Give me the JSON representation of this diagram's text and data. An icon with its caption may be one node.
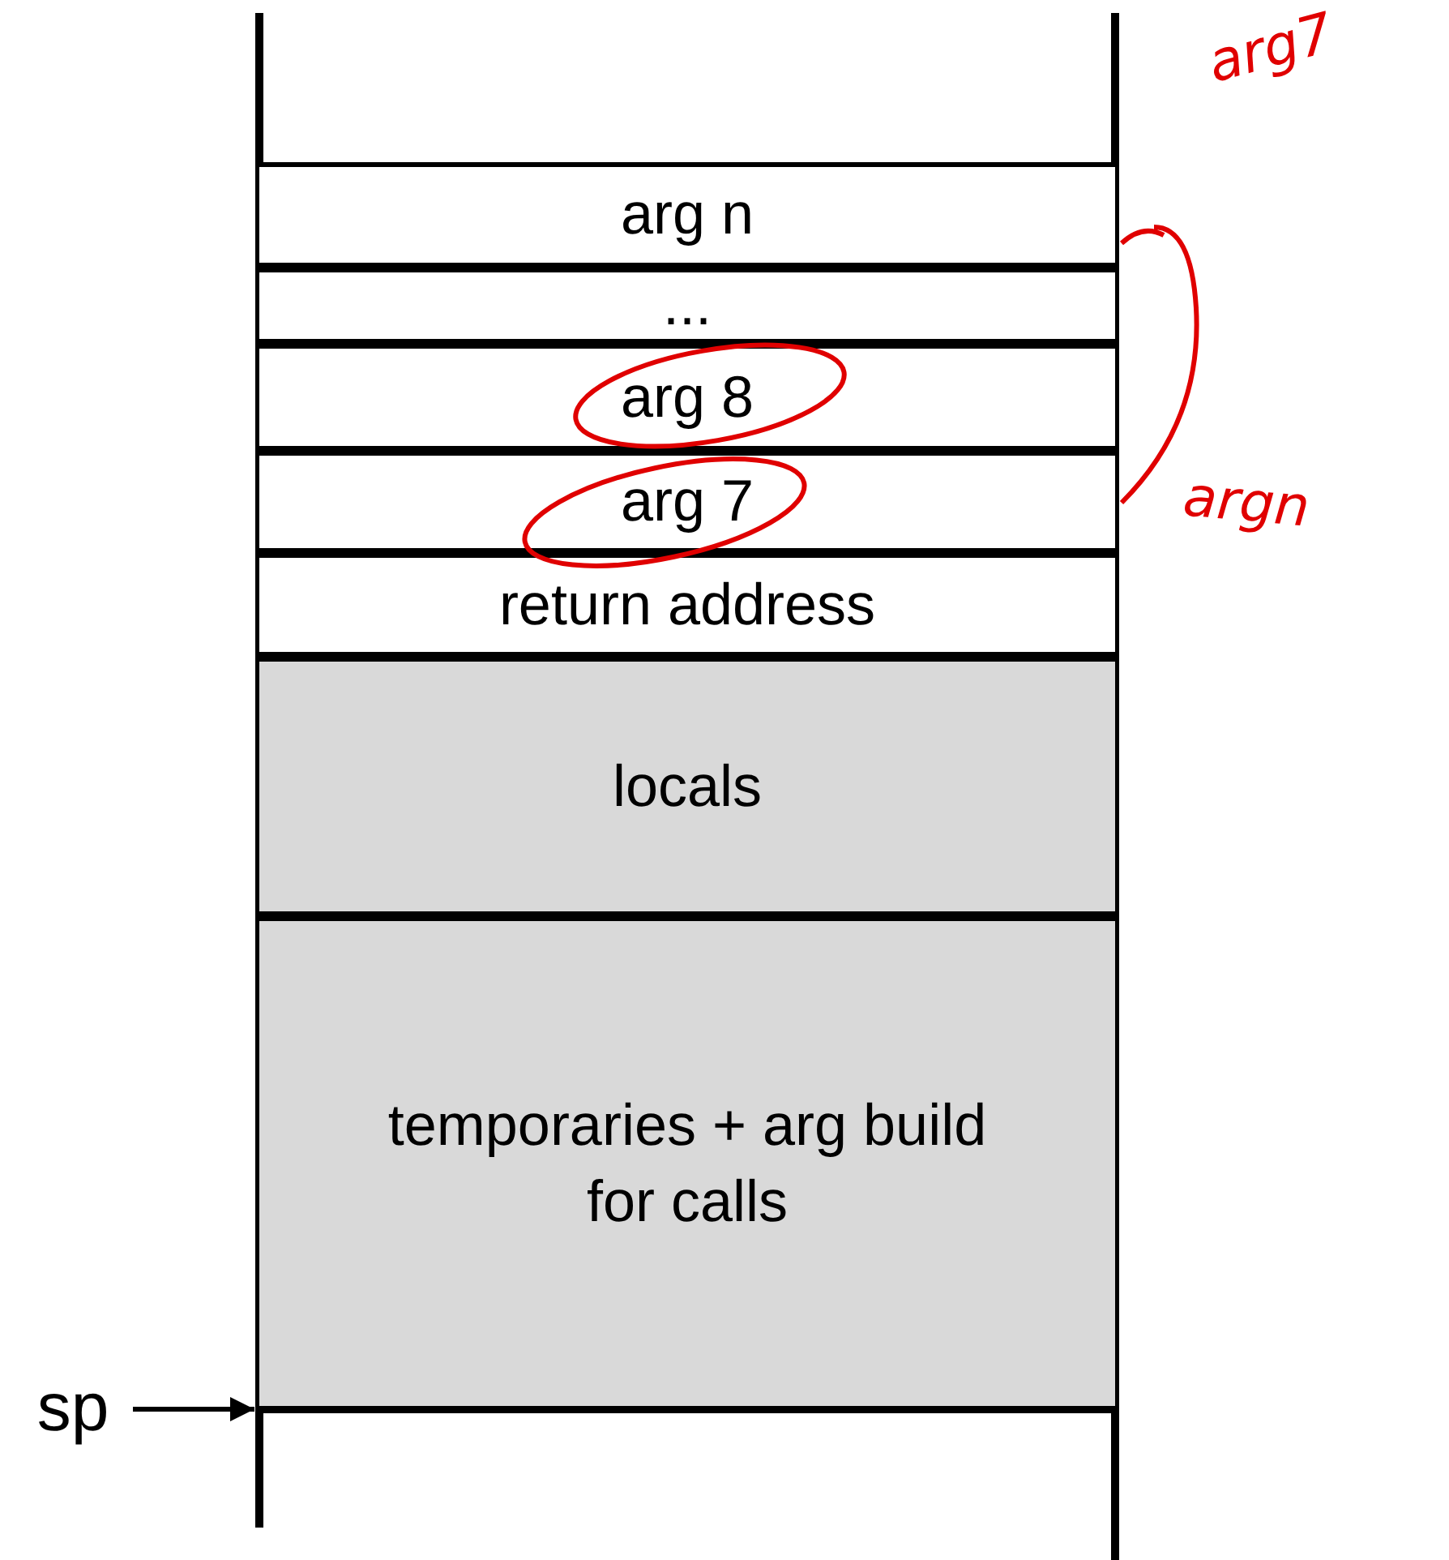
{
  "diagram": {
    "nodes": [
      {
        "text": [
          "arg n"
        ]
      },
      {
        "text": [
          "..."
        ]
      },
      {
        "text": [
          "arg 8"
        ]
      },
      {
        "text": [
          "arg 7"
        ]
      },
      {
        "text": [
          "return address"
        ]
      },
      {
        "text": [
          "locals"
        ]
      },
      {
        "text": [
          "temporaries + arg build for calls"
        ]
      },
      {
        "text": [
          "sp"
        ]
      }
    ],
    "edges": [
      {
        "from": 7,
        "to": 6,
        "arrow": "to"
      }
    ],
    "labels": [
      "arg7",
      "argn"
    ]
  }
}
